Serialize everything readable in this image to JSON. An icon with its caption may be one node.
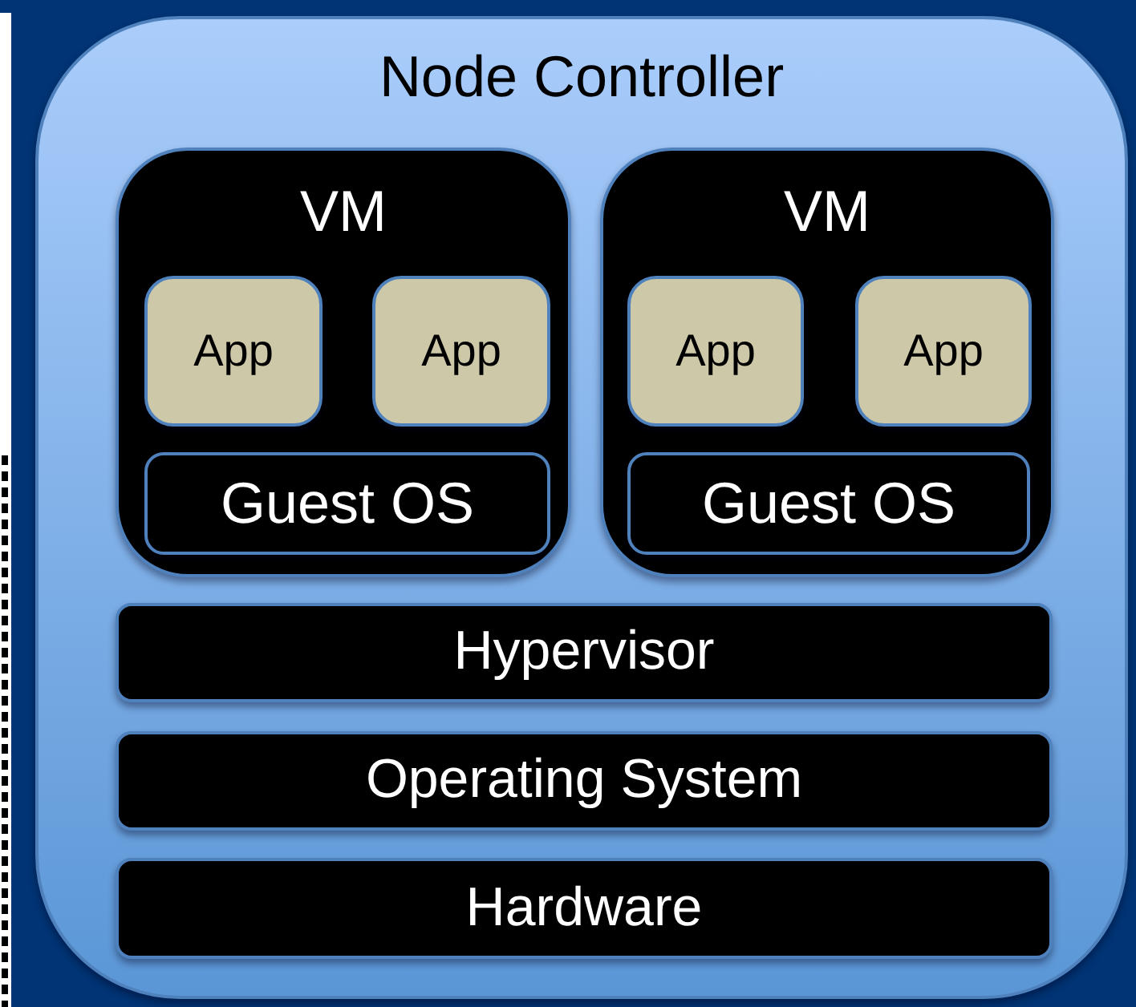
{
  "diagram": {
    "nodes": [
      {
        "text": [
          "Node Controller"
        ]
      },
      {
        "text": [
          "VM"
        ],
        "in": 0
      },
      {
        "text": [
          "App"
        ],
        "in": 1
      },
      {
        "text": [
          "App"
        ],
        "in": 1
      },
      {
        "text": [
          "Guest OS"
        ],
        "in": 1
      },
      {
        "text": [
          "VM"
        ],
        "in": 0
      },
      {
        "text": [
          "App"
        ],
        "in": 5
      },
      {
        "text": [
          "App"
        ],
        "in": 5
      },
      {
        "text": [
          "Guest OS"
        ],
        "in": 5
      },
      {
        "text": [
          "Hypervisor"
        ],
        "in": 0
      },
      {
        "text": [
          "Operating System"
        ],
        "in": 0
      },
      {
        "text": [
          "Hardware"
        ],
        "in": 0
      }
    ]
  }
}
